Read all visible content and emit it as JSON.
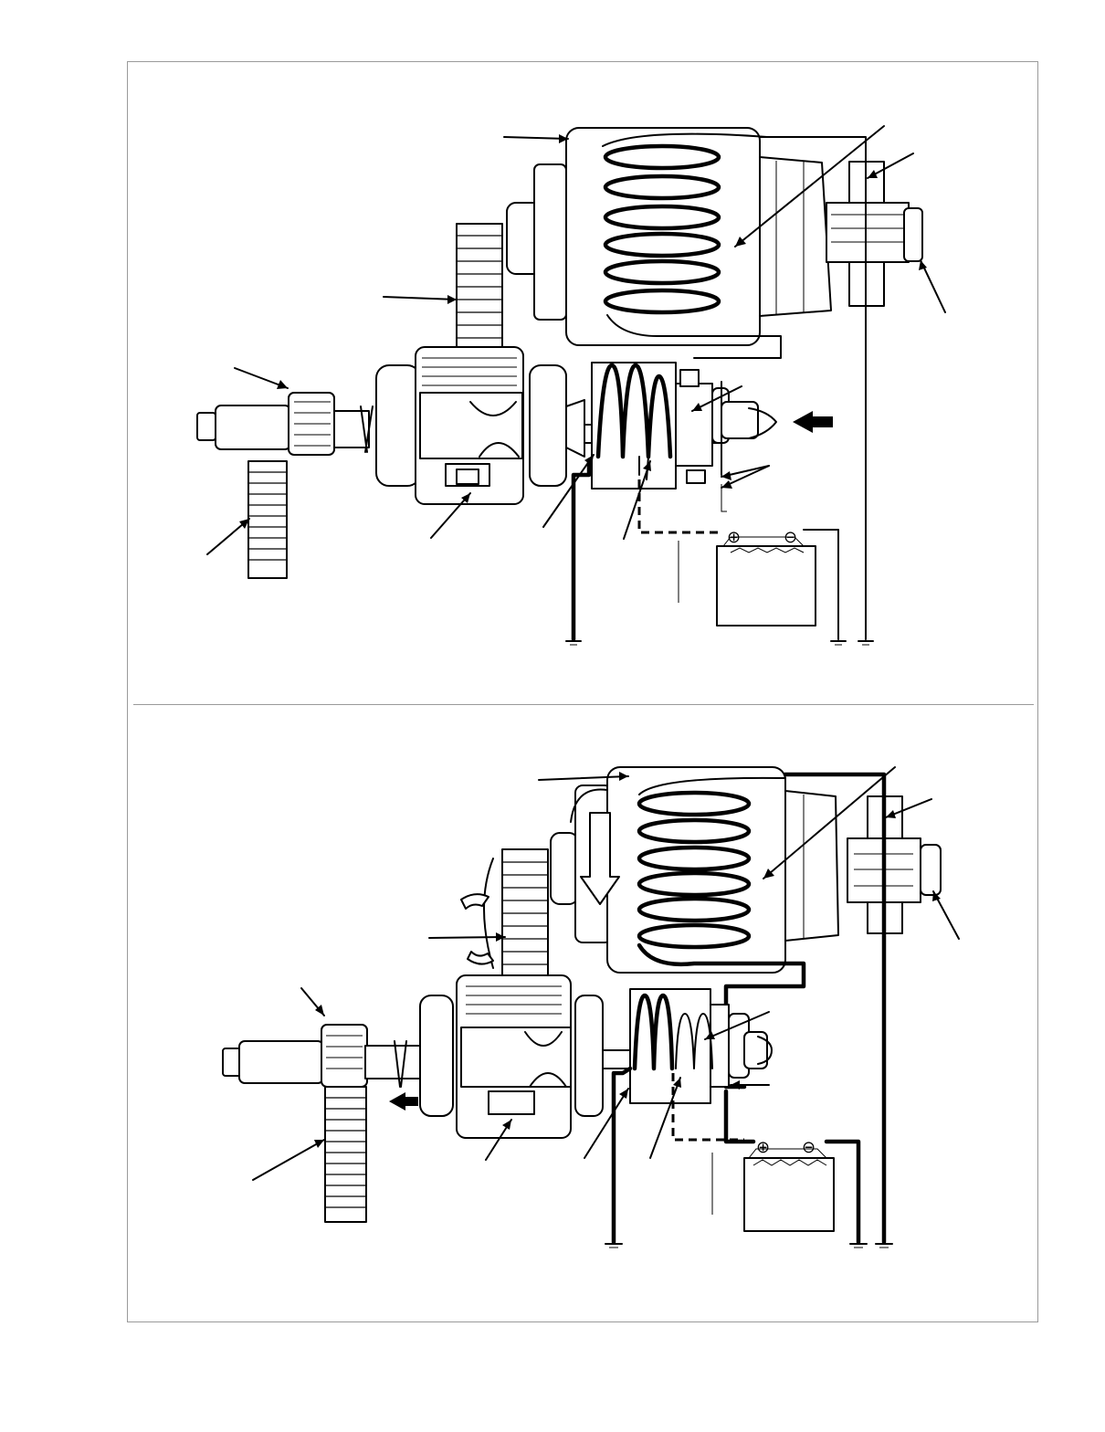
{
  "diagram": {
    "panels": [
      {
        "id": "top",
        "state": "solenoid-energized-pinion-disengaged",
        "battery": {
          "positive_symbol": "⊕",
          "negative_symbol": "⊖"
        }
      },
      {
        "id": "bottom",
        "state": "pinion-engaged-motor-cranking",
        "battery": {
          "positive_symbol": "⊕",
          "negative_symbol": "⊖"
        }
      }
    ],
    "colors": {
      "ink": "#000000",
      "paper": "#ffffff",
      "frame": "#9a9a9a"
    }
  }
}
